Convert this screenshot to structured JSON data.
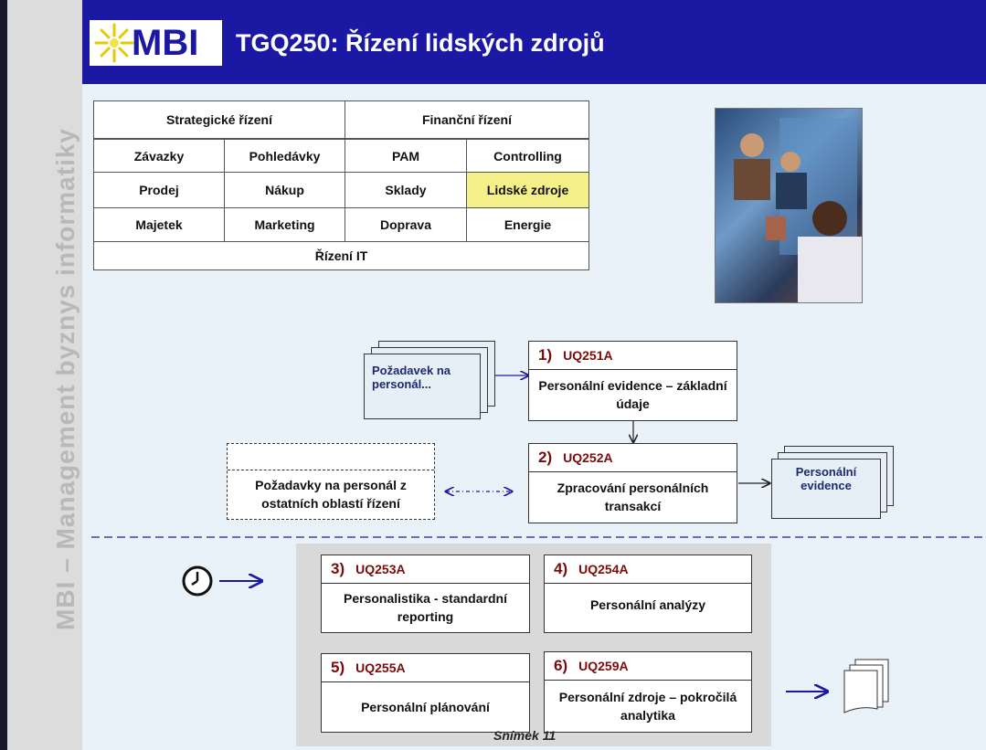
{
  "sidebar": {
    "vertical_text": "MBI – Management byznys informatiky"
  },
  "header": {
    "logo_text": "MBI",
    "title": "TGQ250: Řízení lidských zdrojů"
  },
  "grid": {
    "strategic": "Strategické řízení",
    "financial": "Finanční řízení",
    "rows": [
      [
        "Závazky",
        "Pohledávky",
        "PAM",
        "Controlling"
      ],
      [
        "Prodej",
        "Nákup",
        "Sklady",
        "Lidské zdroje"
      ],
      [
        "Majetek",
        "Marketing",
        "Doprava",
        "Energie"
      ]
    ],
    "it": "Řízení IT",
    "highlight_color": "#f6f08a"
  },
  "flow": {
    "input_doc": "Požadavek na personál...",
    "output_doc": "Personální evidence",
    "other_box": "Požadavky na personál z ostatních oblastí řízení",
    "boxes": [
      {
        "num": "1)",
        "code": "UQ251A",
        "text": "Personální evidence – základní údaje"
      },
      {
        "num": "2)",
        "code": "UQ252A",
        "text": "Zpracování personálních transakcí"
      },
      {
        "num": "3)",
        "code": "UQ253A",
        "text": "Personalistika - standardní reporting"
      },
      {
        "num": "4)",
        "code": "UQ254A",
        "text": "Personální analýzy"
      },
      {
        "num": "5)",
        "code": "UQ255A",
        "text": "Personální plánování"
      },
      {
        "num": "6)",
        "code": "UQ259A",
        "text": "Personální zdroje – pokročilá analytika"
      }
    ]
  },
  "footer": {
    "slide": "Snímek 11"
  },
  "colors": {
    "header": "#1b18a3",
    "accent": "#7a0c0c"
  }
}
